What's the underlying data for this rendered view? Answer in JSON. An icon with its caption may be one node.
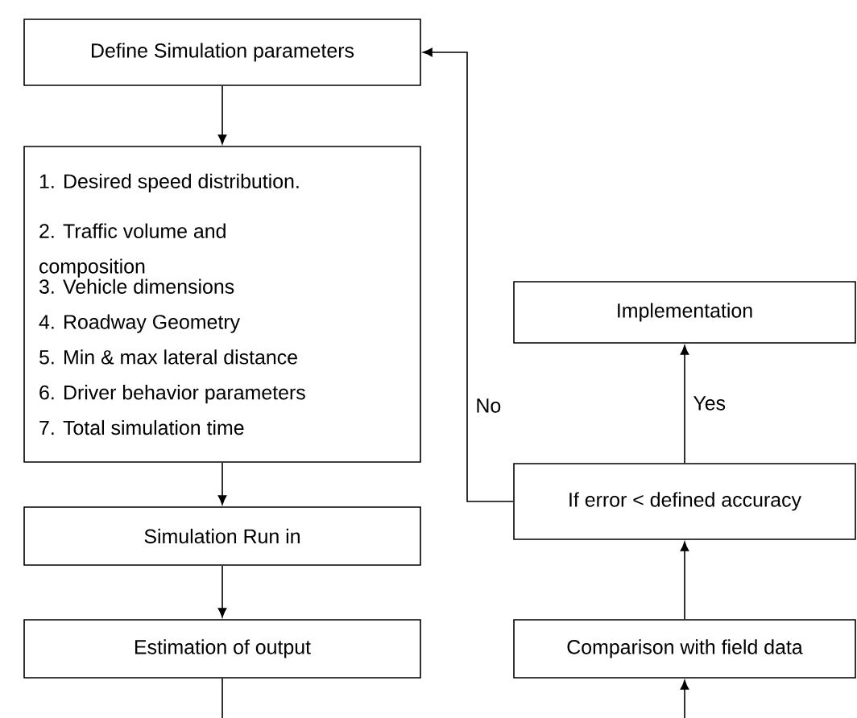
{
  "diagram": {
    "nodes": [
      {
        "text": [
          "Define Simulation parameters"
        ]
      },
      {
        "text": [
          "1. Desired speed distribution.",
          "2. Traffic volume and composition",
          "3. Vehicle dimensions",
          "4. Roadway Geometry",
          "5. Min & max lateral distance",
          "6. Driver behavior parameters",
          "7. Total simulation time"
        ]
      },
      {
        "text": [
          "Simulation Run in"
        ]
      },
      {
        "text": [
          "Estimation of output"
        ]
      },
      {
        "text": [
          "Implementation"
        ]
      },
      {
        "text": [
          "If error < defined accuracy"
        ]
      },
      {
        "text": [
          "Comparison with field data"
        ]
      }
    ],
    "edges": [
      {
        "from": 0,
        "to": 1,
        "arrow": "to"
      },
      {
        "from": 1,
        "to": 2,
        "arrow": "to"
      },
      {
        "from": 2,
        "to": 3,
        "arrow": "to"
      },
      {
        "from": 3,
        "to": null,
        "arrow": "none"
      },
      {
        "from": null,
        "to": 6,
        "arrow": "to"
      },
      {
        "from": 6,
        "to": 5,
        "arrow": "to"
      },
      {
        "from": 5,
        "to": 4,
        "arrow": "to",
        "label": "Yes"
      },
      {
        "from": 5,
        "to": 0,
        "arrow": "to",
        "label": "No"
      }
    ]
  }
}
